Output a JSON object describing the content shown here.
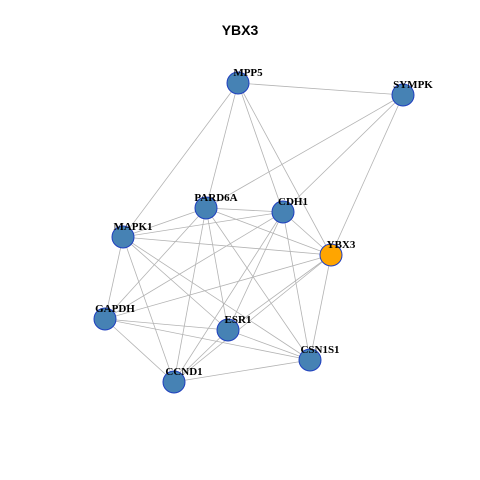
{
  "title": "YBX3",
  "colors": {
    "edge": "#b3b3b3",
    "node_default": "#4682b4",
    "node_focus": "#ffa500",
    "node_stroke": "#1f3fbf",
    "background": "#ffffff"
  },
  "nodes": [
    {
      "id": "MPP5",
      "label": "MPP5",
      "focus": false
    },
    {
      "id": "SYMPK",
      "label": "SYMPK",
      "focus": false
    },
    {
      "id": "PARD6A",
      "label": "PARD6A",
      "focus": false
    },
    {
      "id": "CDH1",
      "label": "CDH1",
      "focus": false
    },
    {
      "id": "MAPK1",
      "label": "MAPK1",
      "focus": false
    },
    {
      "id": "YBX3",
      "label": "YBX3",
      "focus": true
    },
    {
      "id": "GAPDH",
      "label": "GAPDH",
      "focus": false
    },
    {
      "id": "ESR1",
      "label": "ESR1",
      "focus": false
    },
    {
      "id": "CSN1S1",
      "label": "CSN1S1",
      "focus": false
    },
    {
      "id": "CCND1",
      "label": "CCND1",
      "focus": false
    }
  ],
  "edges": [
    [
      "MPP5",
      "SYMPK"
    ],
    [
      "MPP5",
      "PARD6A"
    ],
    [
      "MPP5",
      "CDH1"
    ],
    [
      "MPP5",
      "MAPK1"
    ],
    [
      "MPP5",
      "YBX3"
    ],
    [
      "SYMPK",
      "PARD6A"
    ],
    [
      "SYMPK",
      "CDH1"
    ],
    [
      "SYMPK",
      "YBX3"
    ],
    [
      "PARD6A",
      "CDH1"
    ],
    [
      "PARD6A",
      "MAPK1"
    ],
    [
      "PARD6A",
      "YBX3"
    ],
    [
      "PARD6A",
      "GAPDH"
    ],
    [
      "PARD6A",
      "ESR1"
    ],
    [
      "PARD6A",
      "CSN1S1"
    ],
    [
      "PARD6A",
      "CCND1"
    ],
    [
      "CDH1",
      "MAPK1"
    ],
    [
      "CDH1",
      "YBX3"
    ],
    [
      "CDH1",
      "GAPDH"
    ],
    [
      "CDH1",
      "ESR1"
    ],
    [
      "CDH1",
      "CSN1S1"
    ],
    [
      "CDH1",
      "CCND1"
    ],
    [
      "MAPK1",
      "YBX3"
    ],
    [
      "MAPK1",
      "GAPDH"
    ],
    [
      "MAPK1",
      "ESR1"
    ],
    [
      "MAPK1",
      "CSN1S1"
    ],
    [
      "MAPK1",
      "CCND1"
    ],
    [
      "YBX3",
      "GAPDH"
    ],
    [
      "YBX3",
      "ESR1"
    ],
    [
      "YBX3",
      "CSN1S1"
    ],
    [
      "YBX3",
      "CCND1"
    ],
    [
      "GAPDH",
      "ESR1"
    ],
    [
      "GAPDH",
      "CSN1S1"
    ],
    [
      "GAPDH",
      "CCND1"
    ],
    [
      "ESR1",
      "CSN1S1"
    ],
    [
      "ESR1",
      "CCND1"
    ],
    [
      "CSN1S1",
      "CCND1"
    ]
  ]
}
